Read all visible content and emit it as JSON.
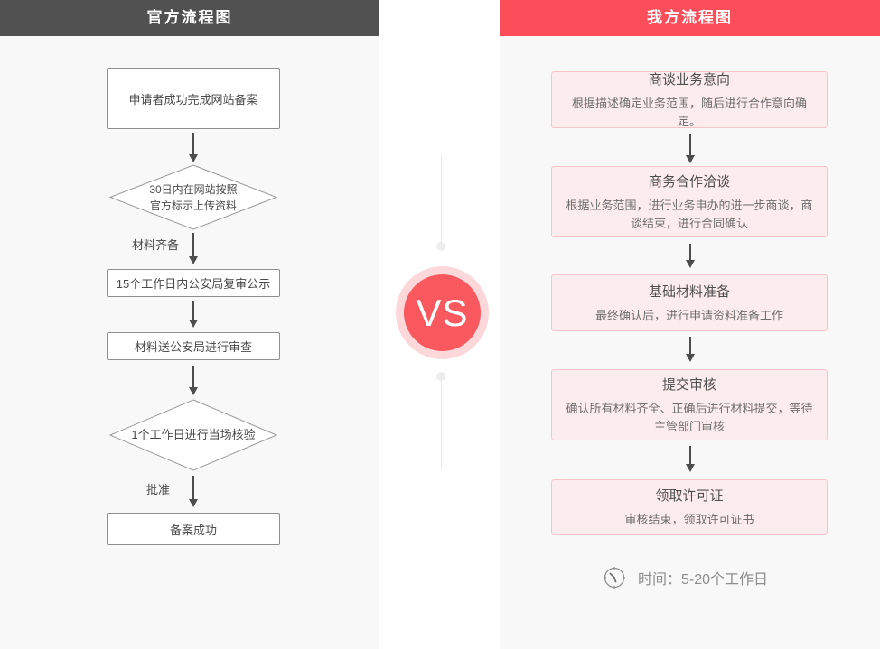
{
  "left_panel": {
    "title": "官方流程图",
    "box1": "申请者成功完成网站备案",
    "diamond1": {
      "line1": "30日内在网站按照",
      "line2": "官方标示上传资料"
    },
    "label_materials_ready": "材料齐备",
    "box2": "15个工作日内公安局复审公示",
    "box3": "材料送公安局进行审查",
    "diamond2": "1个工作日进行当场核验",
    "label_approved": "批准",
    "box4": "备案成功"
  },
  "versus": {
    "label": "VS"
  },
  "right_panel": {
    "title": "我方流程图",
    "steps": [
      {
        "title": "商谈业务意向",
        "desc": "根据描述确定业务范围，随后进行合作意向确定。"
      },
      {
        "title": "商务合作洽谈",
        "desc": "根据业务范围，进行业务申办的进一步商谈，商谈结束，进行合同确认"
      },
      {
        "title": "基础材料准备",
        "desc": "最终确认后，进行申请资料准备工作"
      },
      {
        "title": "提交审核",
        "desc": "确认所有材料齐全、正确后进行材料提交，等待主管部门审核"
      },
      {
        "title": "领取许可证",
        "desc": "审核结束，领取许可证书"
      }
    ],
    "time_note": "时间：5-20个工作日"
  },
  "colors": {
    "left_header_bg": "#515151",
    "right_header_bg": "#fb4e5a",
    "panel_bg": "#f8f8f8",
    "pink_box_bg": "#fdecee",
    "pink_box_border": "#f6c4cb",
    "vs_circle": "#f9585e",
    "vs_ring": "#fcd8da",
    "arrow": "#4d4d4d"
  }
}
